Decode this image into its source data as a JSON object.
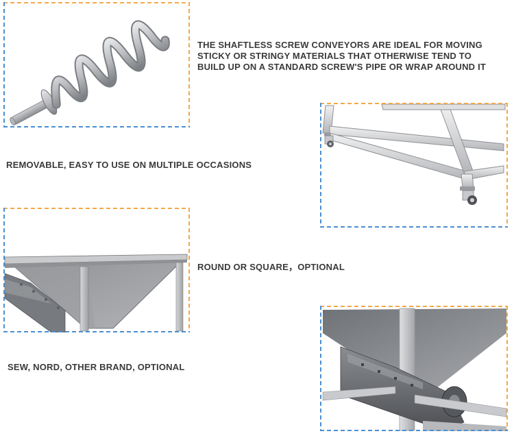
{
  "captions": {
    "shaftless": [
      "THE SHAFTLESS SCREW CONVEYORS ARE IDEAL FOR MOVING",
      "STICKY OR STRINGY MATERIALS THAT OTHERWISE TEND TO",
      "BUILD UP ON A STANDARD SCREW'S PIPE OR WRAP AROUND IT"
    ],
    "removable": "REMOVABLE, EASY TO USE ON MULTIPLE OCCASIONS",
    "hopper": "ROUND OR SQUARE，OPTIONAL",
    "motor": "SEW, NORD, OTHER BRAND, OPTIONAL"
  },
  "colors": {
    "frame_orange": "#f2a84a",
    "frame_blue": "#4a8fd0",
    "text": "#3a3a3a",
    "steel_light": "#d9dadc",
    "steel_mid": "#a7a9ad",
    "steel_dark": "#6e7074"
  },
  "images": [
    {
      "name": "shaftless-screw-image"
    },
    {
      "name": "caster-frame-image"
    },
    {
      "name": "hopper-image"
    },
    {
      "name": "motor-drive-image"
    }
  ]
}
